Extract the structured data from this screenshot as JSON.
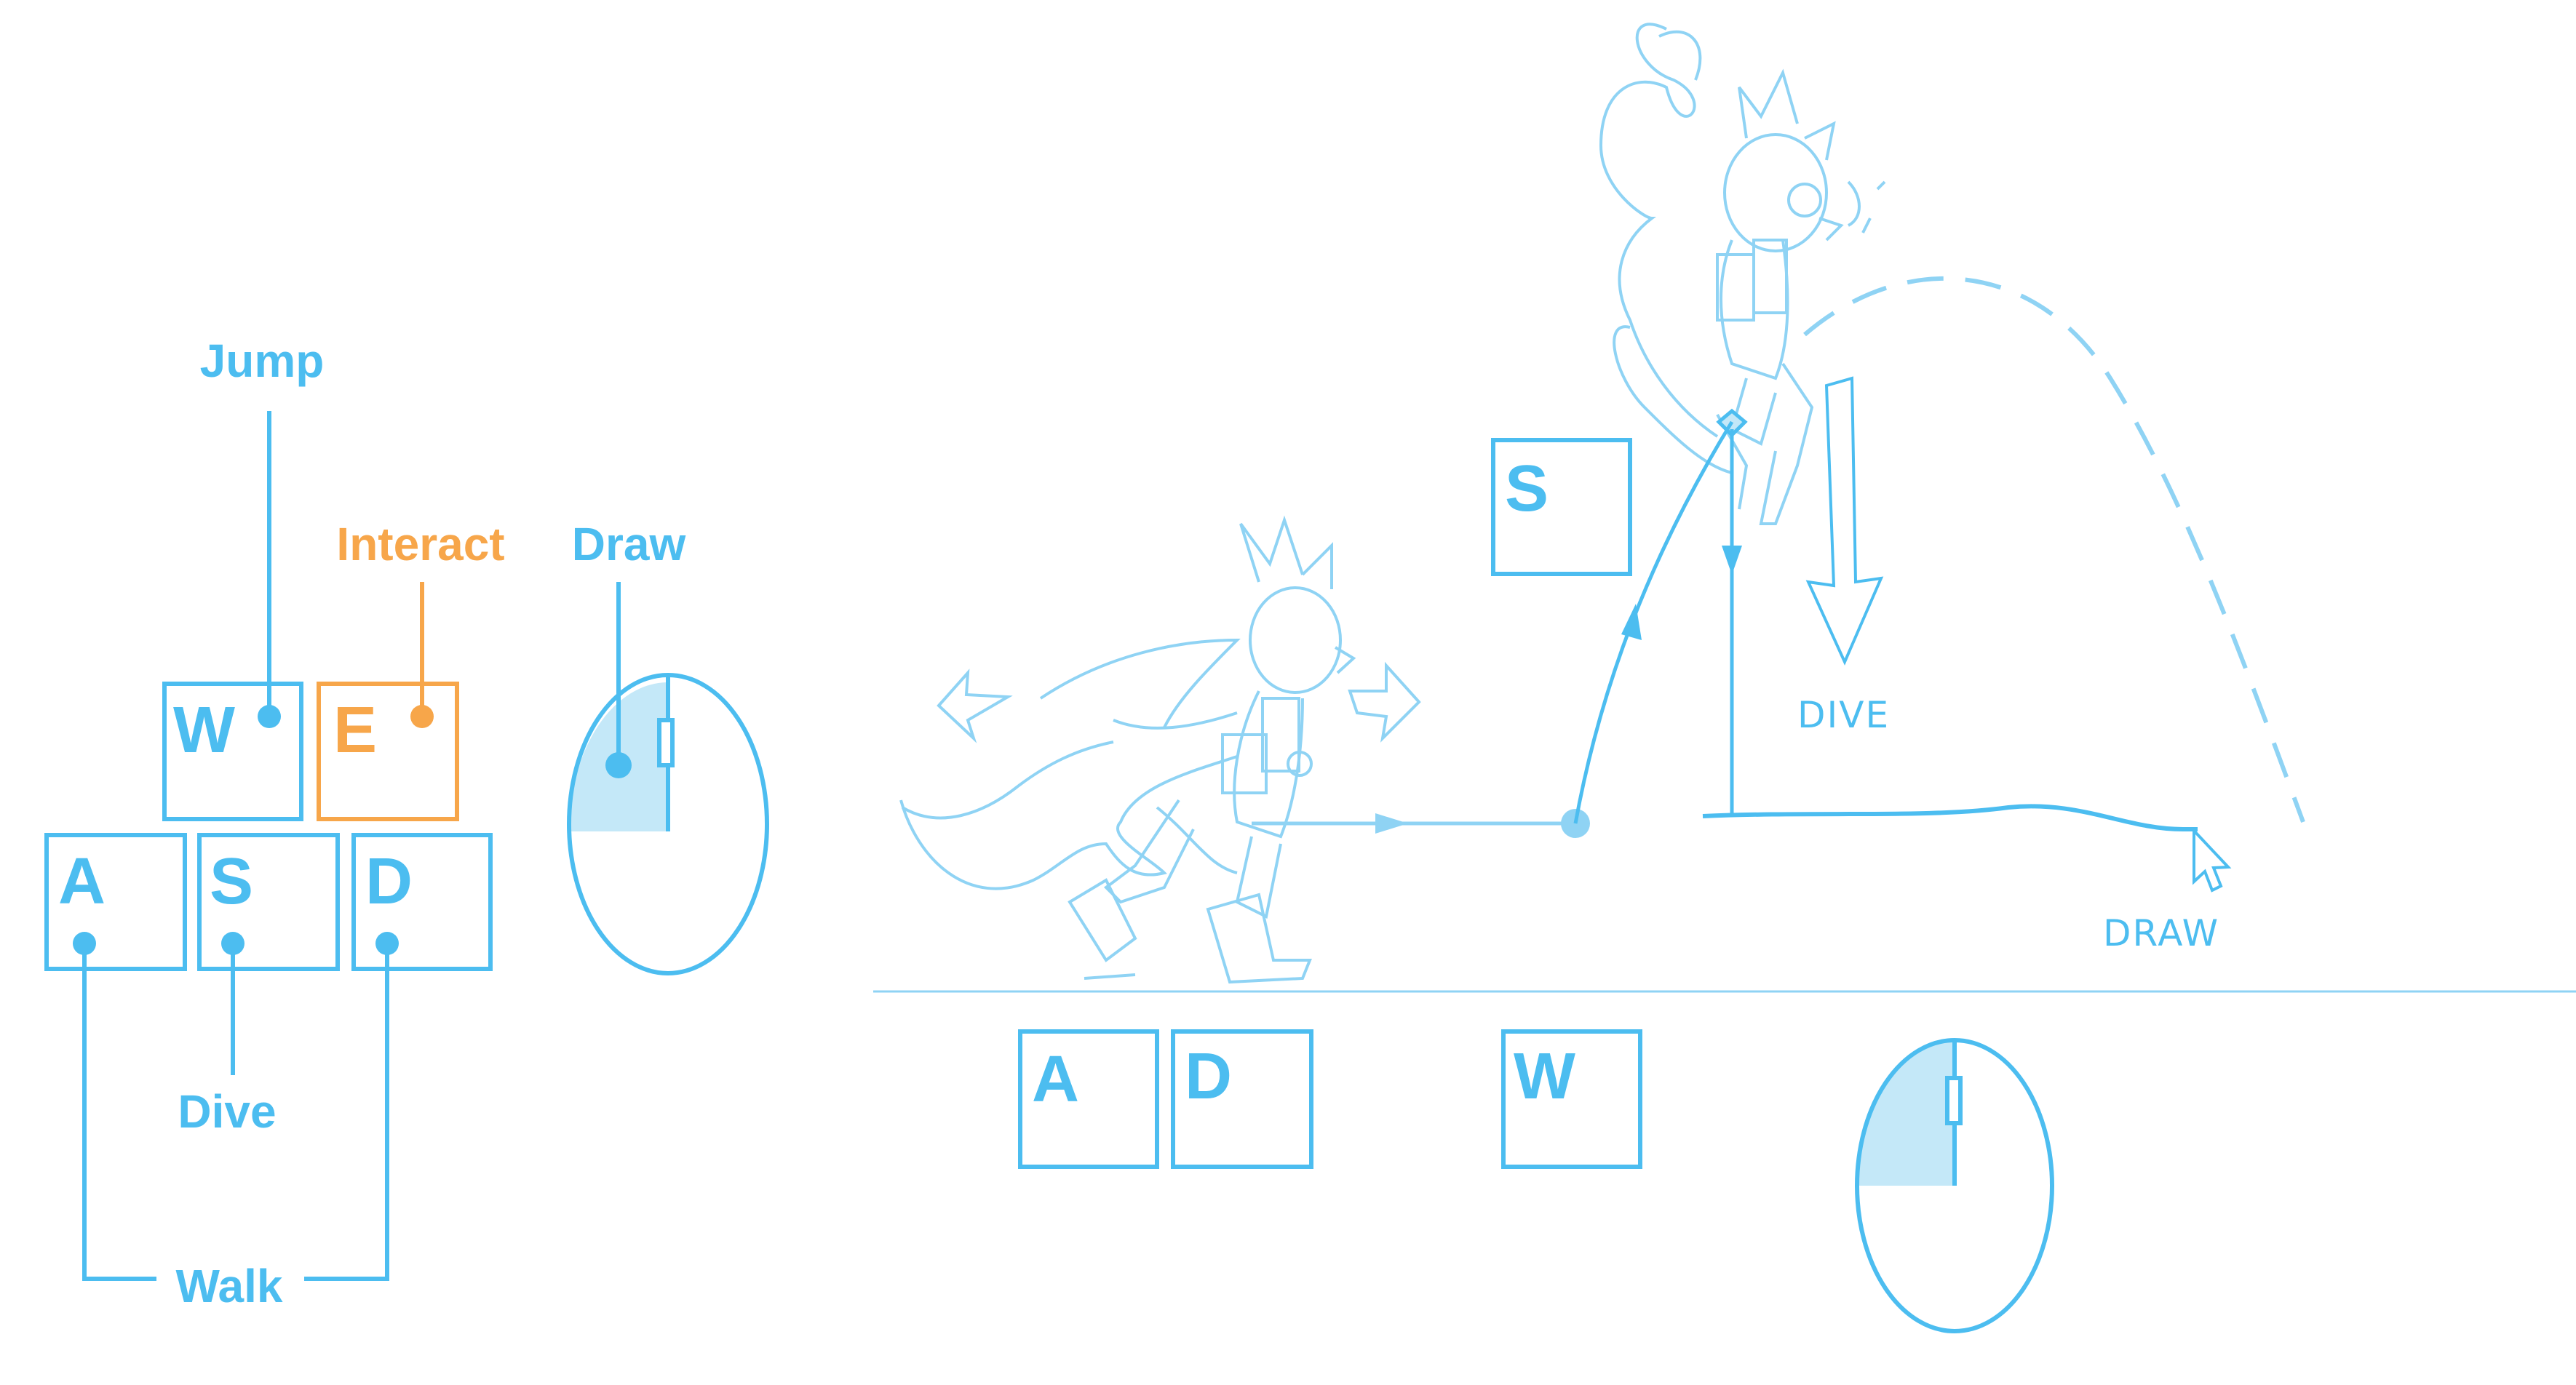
{
  "colors": {
    "primary": "#4cbdf0",
    "accent": "#f7a64a",
    "fill_light": "#c4e8f8",
    "sketch": "#8fd3f4",
    "background": "#ffffff"
  },
  "legend": {
    "keys": {
      "w": "W",
      "e": "E",
      "a": "A",
      "s": "S",
      "d": "D"
    },
    "labels": {
      "jump": "Jump",
      "interact": "Interact",
      "draw": "Draw",
      "dive": "Dive",
      "walk": "Walk"
    }
  },
  "scene": {
    "keys": {
      "s": "S",
      "a": "A",
      "d": "D",
      "w": "W"
    },
    "annotations": {
      "dive": "DIVE",
      "draw": "DRAW"
    }
  }
}
